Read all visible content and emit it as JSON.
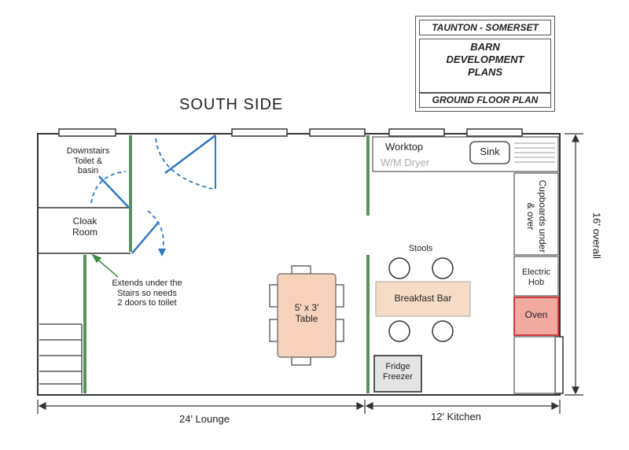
{
  "title_block": {
    "location": "TAUNTON - SOMERSET",
    "project": "BARN\nDEVELOPMENT\nPLANS",
    "sheet": "GROUND FLOOR PLAN"
  },
  "side_label": "SOUTH SIDE",
  "rooms": {
    "toilet": "Downstairs\nToilet &\nbasin",
    "cloak": "Cloak\nRoom",
    "note": "Extends under the\nStairs so needs\n2 doors to toilet",
    "worktop": "Worktop",
    "wm_dryer": "W/M Dryer",
    "sink": "Sink",
    "cupboards": "Cupboards under & over",
    "stools": "Stools",
    "breakfast_bar": "Breakfast Bar",
    "table": "5' x 3'\nTable",
    "electric_hob": "Electric\nHob",
    "oven": "Oven",
    "fridge": "Fridge\nFreezer"
  },
  "dimensions": {
    "lounge": "24' Lounge",
    "kitchen": "12' Kitchen",
    "overall": "16' overall"
  },
  "colors": {
    "wall": "#333333",
    "partition": "#5a8f5e",
    "door": "#2e78c0",
    "breakfast_bar_fill": "#f6dcc6",
    "table_fill": "#f6d2bc",
    "oven_fill": "#f1aaa0",
    "oven_border": "#d33c3c"
  }
}
